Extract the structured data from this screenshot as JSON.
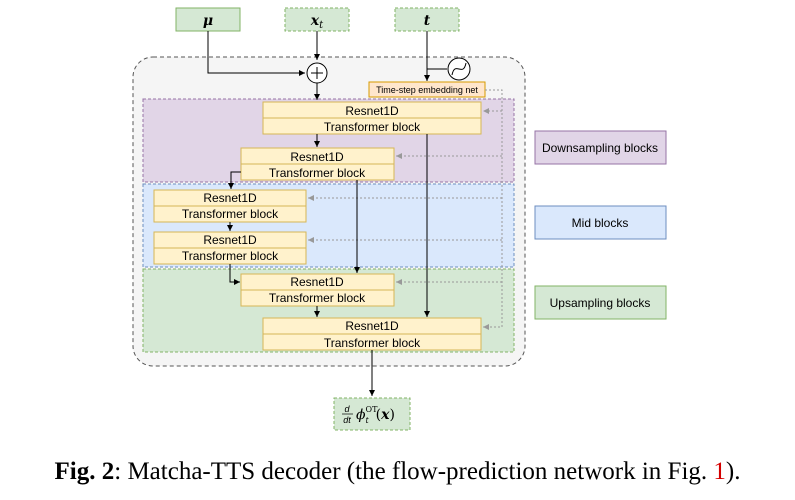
{
  "inputs": {
    "mu": "μ",
    "xt_base": "x",
    "xt_sub": "t",
    "t": "t"
  },
  "embedding": {
    "label": "Time-step embedding net"
  },
  "blocks": {
    "resnet": "Resnet1D",
    "transformer": "Transformer block"
  },
  "legend": {
    "downsampling": "Downsampling blocks",
    "mid": "Mid blocks",
    "upsampling": "Upsampling blocks"
  },
  "output": {
    "frac_num": "d",
    "frac_den": "dt",
    "phi": "ϕ",
    "sup": "OT",
    "sub": "t",
    "arg_open": "(",
    "arg_x": "x",
    "arg_close": ")"
  },
  "caption": {
    "fig": "Fig. 2",
    "text": ": Matcha-TTS decoder (the flow-prediction network in Fig. ",
    "ref": "1",
    "end": ")."
  },
  "colors": {
    "input_fill": "#d5e8d4",
    "input_stroke": "#82b366",
    "block_fill": "#fff2cc",
    "block_stroke": "#d6b656",
    "down_fill": "#e1d5e7",
    "down_stroke": "#9673a6",
    "mid_fill": "#dae8fc",
    "mid_stroke": "#6c8ebf",
    "up_fill": "#d5e8d4",
    "up_stroke": "#82b366",
    "embed_fill": "#ffe6cc",
    "embed_stroke": "#d79b00",
    "ref_color": "#d40000"
  }
}
